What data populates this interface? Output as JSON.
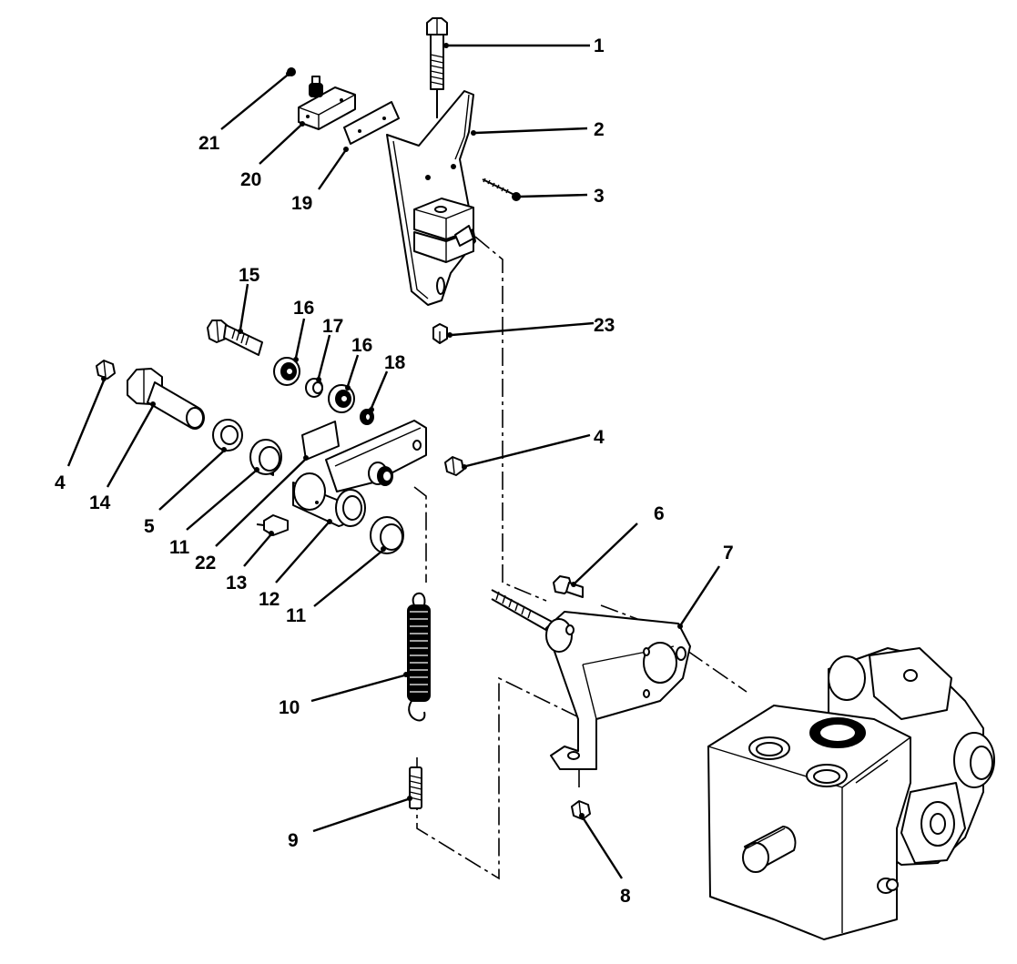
{
  "callouts": [
    {
      "id": "c1",
      "label": "1"
    },
    {
      "id": "c2",
      "label": "2"
    },
    {
      "id": "c3",
      "label": "3"
    },
    {
      "id": "c4a",
      "label": "4"
    },
    {
      "id": "c4b",
      "label": "4"
    },
    {
      "id": "c5",
      "label": "5"
    },
    {
      "id": "c6",
      "label": "6"
    },
    {
      "id": "c7",
      "label": "7"
    },
    {
      "id": "c8",
      "label": "8"
    },
    {
      "id": "c9",
      "label": "9"
    },
    {
      "id": "c10",
      "label": "10"
    },
    {
      "id": "c11a",
      "label": "11"
    },
    {
      "id": "c11b",
      "label": "11"
    },
    {
      "id": "c12",
      "label": "12"
    },
    {
      "id": "c13",
      "label": "13"
    },
    {
      "id": "c14",
      "label": "14"
    },
    {
      "id": "c15",
      "label": "15"
    },
    {
      "id": "c16a",
      "label": "16"
    },
    {
      "id": "c16b",
      "label": "16"
    },
    {
      "id": "c17",
      "label": "17"
    },
    {
      "id": "c18",
      "label": "18"
    },
    {
      "id": "c19",
      "label": "19"
    },
    {
      "id": "c20",
      "label": "20"
    },
    {
      "id": "c21",
      "label": "21"
    },
    {
      "id": "c22",
      "label": "22"
    },
    {
      "id": "c23",
      "label": "23"
    }
  ]
}
